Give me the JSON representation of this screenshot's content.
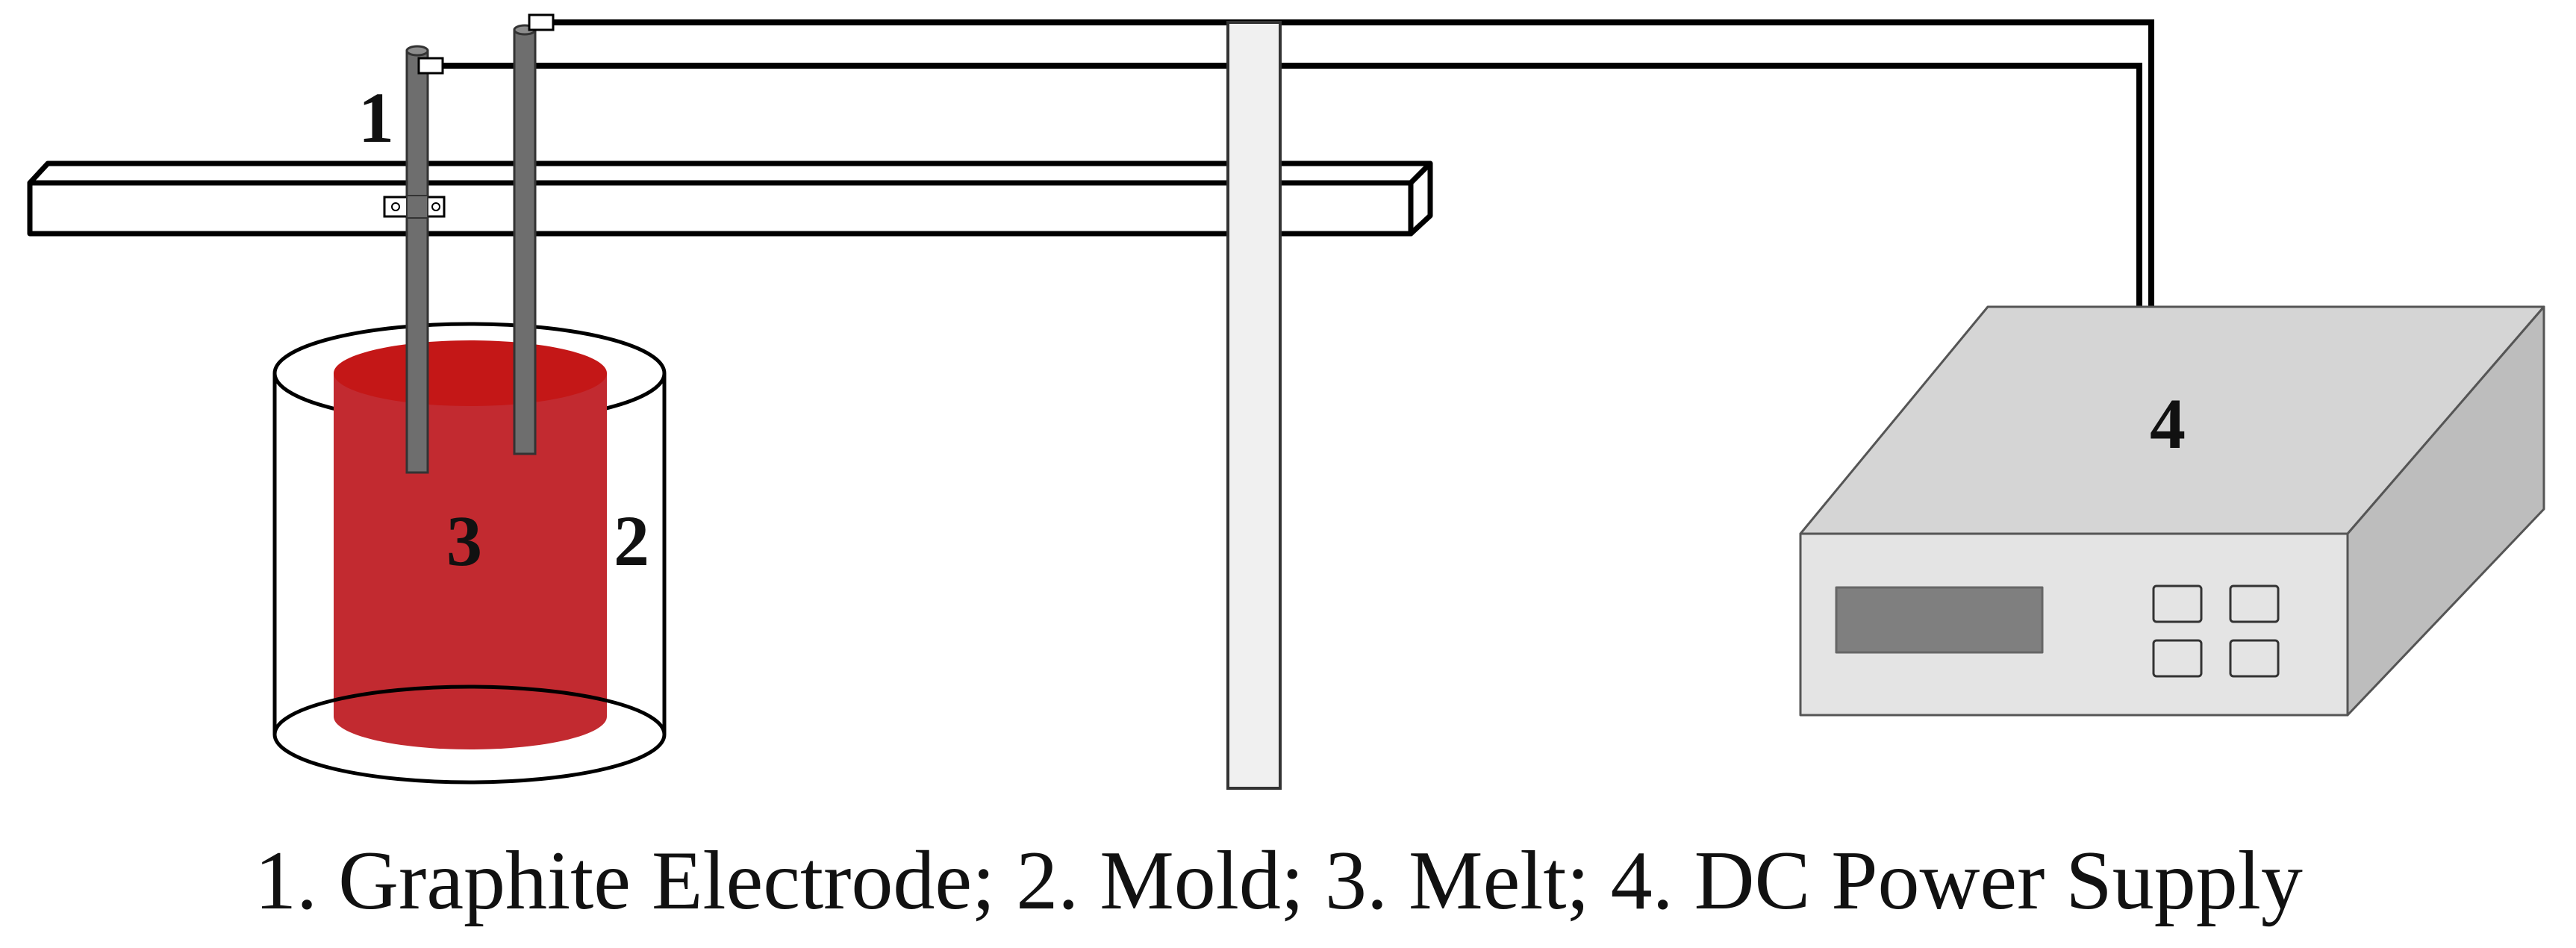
{
  "labels": {
    "electrode": "1",
    "mold": "2",
    "melt": "3",
    "power_supply": "4"
  },
  "caption": "1. Graphite Electrode; 2. Mold; 3. Melt; 4. DC Power Supply",
  "colors": {
    "melt": "#c22a30",
    "melt_top": "#c41717",
    "electrode": "#6e6e6e",
    "power_top": "#d5d5d5",
    "power_front": "#e4e4e4",
    "power_side": "#bdbdbd",
    "display": "#7f7f7f",
    "line": "#000000"
  }
}
